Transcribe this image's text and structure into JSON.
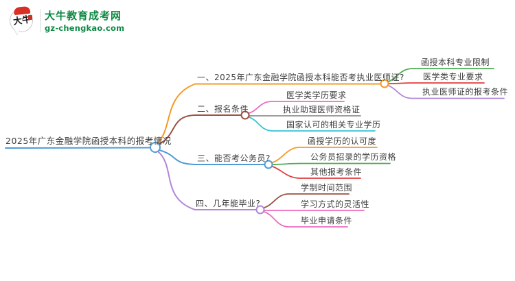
{
  "site": {
    "logo_icon_text": "大牛",
    "logo_title": "大牛教育成考网",
    "logo_domain": "gz-chengkao.com",
    "logo_green": "#0f8a44",
    "logo_red": "#d93025"
  },
  "mindmap": {
    "root": {
      "label": "2025年广东金融学院函授本科的报考情况",
      "color": "#4f9bd5"
    },
    "branches": [
      {
        "label": "一、2025年广东金融学院函授本科能否考执业医师证?",
        "color": "#f59a23",
        "children": [
          {
            "label": "函授本科专业限制",
            "color": "#4caf50"
          },
          {
            "label": "医学类专业要求",
            "color": "#e23b3b"
          },
          {
            "label": "执业医师证的报考条件",
            "color": "#b286d7"
          }
        ]
      },
      {
        "label": "二、报名条件",
        "color": "#9b5142",
        "children": [
          {
            "label": "医学类学历要求",
            "color": "#ec6cbe"
          },
          {
            "label": "执业助理医师资格证",
            "color": "#8f8f8f"
          },
          {
            "label": "国家认可的相关专业学历",
            "color": "#35c3d3"
          }
        ]
      },
      {
        "label": "三、能否考公务员?",
        "color": "#4f9bd5",
        "children": [
          {
            "label": "函授学历的认可度",
            "color": "#f59a23"
          },
          {
            "label": "公务员招录的学历资格",
            "color": "#4caf50"
          },
          {
            "label": "其他报考条件",
            "color": "#e23b3b"
          }
        ]
      },
      {
        "label": "四、几年能毕业?",
        "color": "#b286d7",
        "children": [
          {
            "label": "学制时间范围",
            "color": "#9b5142"
          },
          {
            "label": "学习方式的灵活性",
            "color": "#ec6cbe"
          },
          {
            "label": "毕业申请条件",
            "color": "#ec6cbe"
          }
        ]
      }
    ]
  }
}
